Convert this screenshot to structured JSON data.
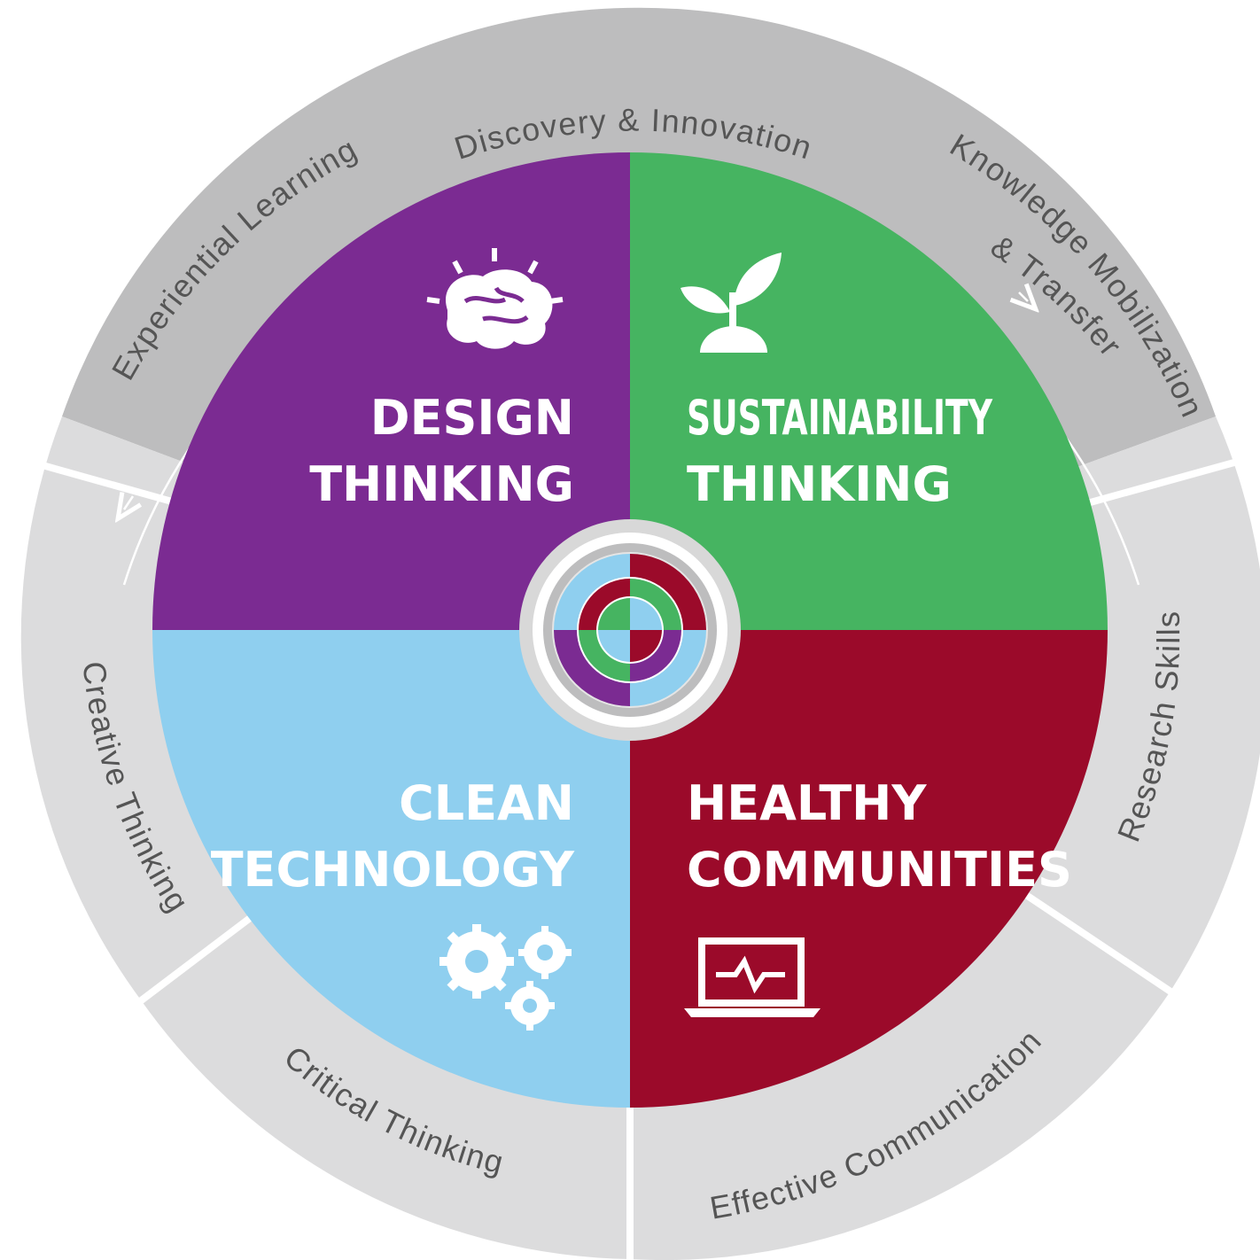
{
  "colors": {
    "design": "#7b2b92",
    "sustainability": "#46b461",
    "clean": "#8fcfef",
    "healthy": "#9b0a2a",
    "outer_dark": "#bdbdbe",
    "outer_light": "#dcdcdd",
    "arrow": "#ffffff",
    "label_text": "#555555"
  },
  "ring_labels": {
    "discovery": "Discovery & Innovation",
    "experiential": "Experiential Learning",
    "knowledge_line1": "Knowledge Mobilization",
    "knowledge_line2": "& Transfer",
    "creative": "Creative Thinking",
    "critical": "Critical Thinking",
    "effective": "Effective Communication",
    "research": "Research Skills"
  },
  "quadrants": {
    "design": {
      "line1": "DESIGN",
      "line2": "THINKING",
      "icon": "brain-icon"
    },
    "sustainability": {
      "line1": "SUSTAINABILITY",
      "line2": "THINKING",
      "icon": "sprout-icon"
    },
    "clean": {
      "line1": "CLEAN",
      "line2": "TECHNOLOGY",
      "icon": "gears-icon"
    },
    "healthy": {
      "line1": "HEALTHY",
      "line2": "COMMUNITIES",
      "icon": "laptop-heartbeat-icon"
    }
  }
}
